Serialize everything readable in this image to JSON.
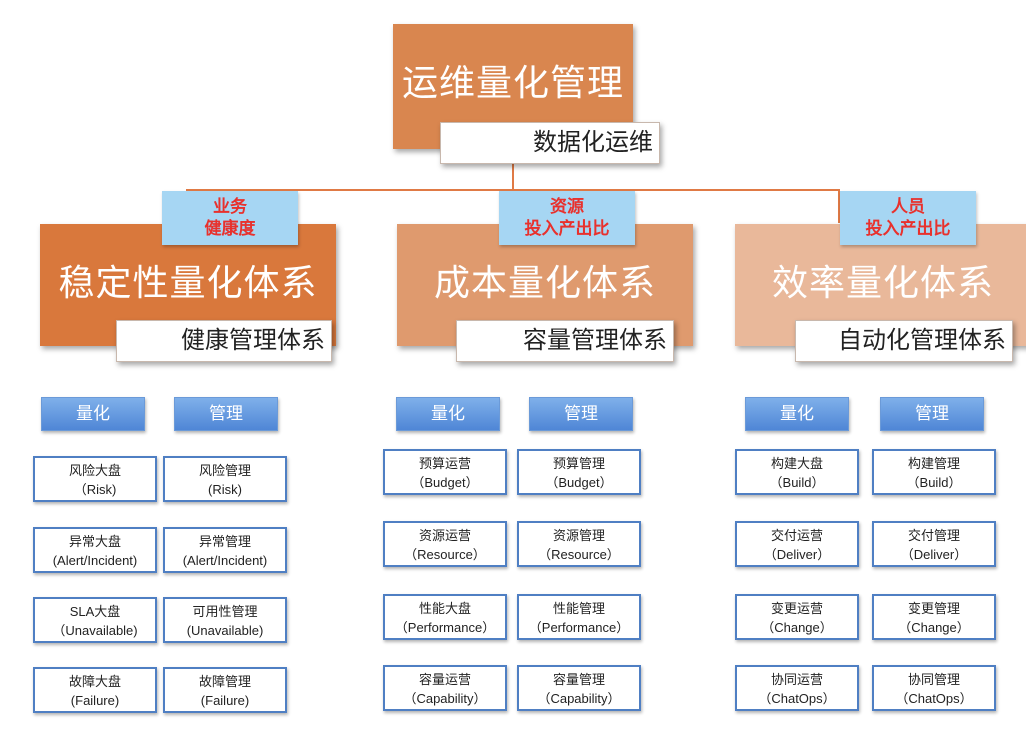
{
  "root": {
    "title": "运维量化管理",
    "subtitle": "数据化运维"
  },
  "systems": [
    {
      "title": "稳定性量化体系",
      "sub": "健康管理体系",
      "tag_line1": "业务",
      "tag_line2": "健康度",
      "color": "#d9783c",
      "headers": [
        "量化",
        "管理"
      ],
      "left": [
        {
          "cn": "风险大盘",
          "en": "（Risk)"
        },
        {
          "cn": "异常大盘",
          "en": "(Alert/Incident)"
        },
        {
          "cn": "SLA大盘",
          "en": "（Unavailable)"
        },
        {
          "cn": "故障大盘",
          "en": "(Failure)"
        }
      ],
      "right": [
        {
          "cn": "风险管理",
          "en": "(Risk)"
        },
        {
          "cn": "异常管理",
          "en": "(Alert/Incident)"
        },
        {
          "cn": "可用性管理",
          "en": "(Unavailable)"
        },
        {
          "cn": "故障管理",
          "en": "(Failure)"
        }
      ]
    },
    {
      "title": "成本量化体系",
      "sub": "容量管理体系",
      "tag_line1": "资源",
      "tag_line2": "投入产出比",
      "color": "#df9a6e",
      "headers": [
        "量化",
        "管理"
      ],
      "left": [
        {
          "cn": "预算运营",
          "en": "（Budget）"
        },
        {
          "cn": "资源运营",
          "en": "（Resource）"
        },
        {
          "cn": "性能大盘",
          "en": "（Performance）"
        },
        {
          "cn": "容量运营",
          "en": "（Capability）"
        }
      ],
      "right": [
        {
          "cn": "预算管理",
          "en": "（Budget）"
        },
        {
          "cn": "资源管理",
          "en": "（Resource）"
        },
        {
          "cn": "性能管理",
          "en": "（Performance）"
        },
        {
          "cn": "容量管理",
          "en": "（Capability）"
        }
      ]
    },
    {
      "title": "效率量化体系",
      "sub": "自动化管理体系",
      "tag_line1": "人员",
      "tag_line2": "投入产出比",
      "color": "#e9b89a",
      "headers": [
        "量化",
        "管理"
      ],
      "left": [
        {
          "cn": "构建大盘",
          "en": "（Build）"
        },
        {
          "cn": "交付运营",
          "en": "（Deliver）"
        },
        {
          "cn": "变更运营",
          "en": "（Change）"
        },
        {
          "cn": "协同运营",
          "en": "（ChatOps）"
        }
      ],
      "right": [
        {
          "cn": "构建管理",
          "en": "（Build）"
        },
        {
          "cn": "交付管理",
          "en": "（Deliver）"
        },
        {
          "cn": "变更管理",
          "en": "（Change）"
        },
        {
          "cn": "协同管理",
          "en": "（ChatOps）"
        }
      ]
    }
  ]
}
